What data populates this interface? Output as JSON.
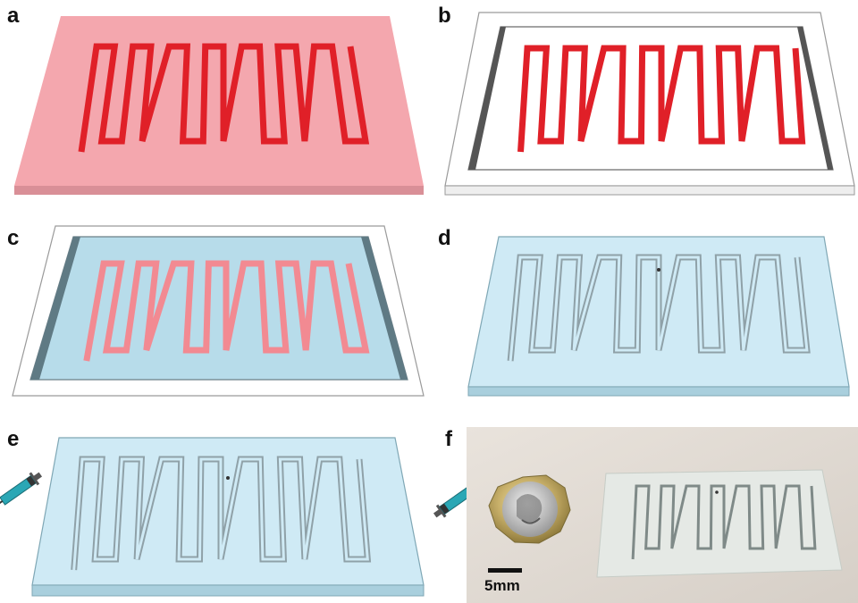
{
  "panels": [
    {
      "label": "a",
      "description_key": "pink-mold"
    },
    {
      "label": "b",
      "description_key": "framed-red-channel"
    },
    {
      "label": "c",
      "description_key": "framed-blue-filled"
    },
    {
      "label": "d",
      "description_key": "blue-device"
    },
    {
      "label": "e",
      "description_key": "device-with-syringes"
    },
    {
      "label": "f",
      "description_key": "photo-with-coin"
    }
  ],
  "scale": {
    "text": "5mm"
  },
  "colors": {
    "pink_slab": "#f4a7ae",
    "red_channel": "#e02028",
    "light_red_channel": "#f28a92",
    "blue_fill": "#b7dcea",
    "light_blue": "#cfeaf5",
    "grey_channel": "#8fa1a8",
    "syringe": "#2aa7b5"
  }
}
